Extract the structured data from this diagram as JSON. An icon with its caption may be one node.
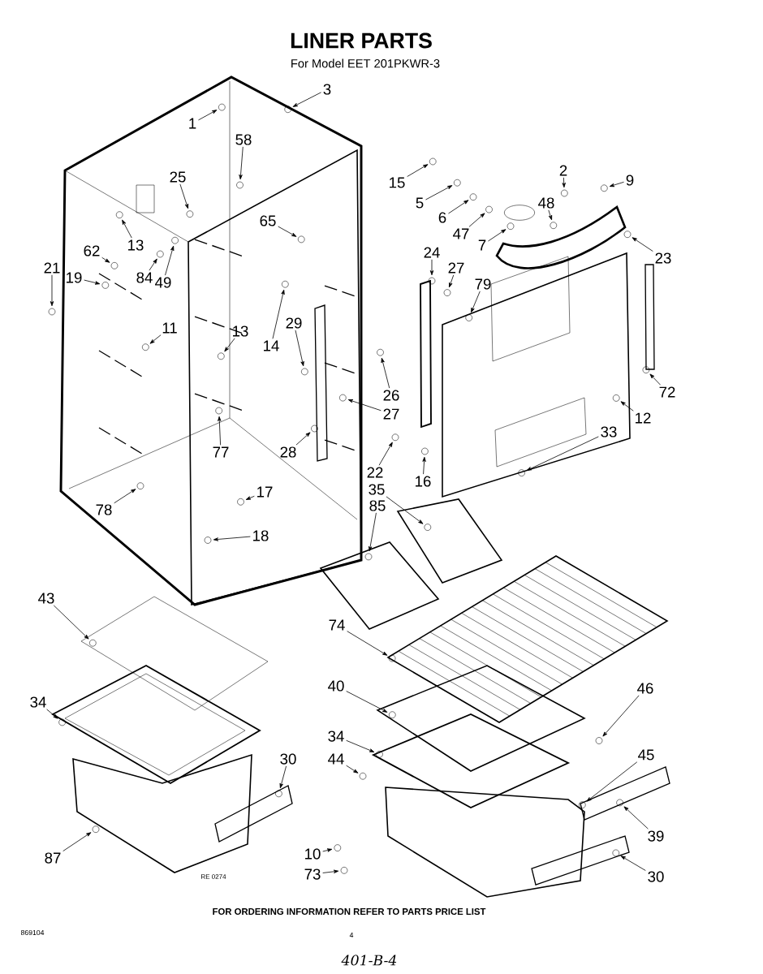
{
  "diagram": {
    "title": "LINER PARTS",
    "nodes": [
      {
        "text": [
          "3"
        ]
      },
      {
        "text": [
          "1"
        ]
      },
      {
        "text": [
          "58"
        ]
      },
      {
        "text": [
          "25"
        ]
      },
      {
        "text": [
          "65"
        ]
      },
      {
        "text": [
          "13"
        ]
      },
      {
        "text": [
          "62"
        ]
      },
      {
        "text": [
          "21"
        ]
      },
      {
        "text": [
          "19"
        ]
      },
      {
        "text": [
          "84"
        ]
      },
      {
        "text": [
          "49"
        ]
      },
      {
        "text": [
          "11"
        ]
      },
      {
        "text": [
          "13"
        ]
      },
      {
        "text": [
          "14"
        ]
      },
      {
        "text": [
          "29"
        ]
      },
      {
        "text": [
          "77"
        ]
      },
      {
        "text": [
          "28"
        ]
      },
      {
        "text": [
          "78"
        ]
      },
      {
        "text": [
          "17"
        ]
      },
      {
        "text": [
          "18"
        ]
      },
      {
        "text": [
          "15"
        ]
      },
      {
        "text": [
          "5"
        ]
      },
      {
        "text": [
          "6"
        ]
      },
      {
        "text": [
          "2"
        ]
      },
      {
        "text": [
          "48"
        ]
      },
      {
        "text": [
          "9"
        ]
      },
      {
        "text": [
          "47"
        ]
      },
      {
        "text": [
          "7"
        ]
      },
      {
        "text": [
          "23"
        ]
      },
      {
        "text": [
          "24"
        ]
      },
      {
        "text": [
          "27"
        ]
      },
      {
        "text": [
          "79"
        ]
      },
      {
        "text": [
          "26"
        ]
      },
      {
        "text": [
          "27"
        ]
      },
      {
        "text": [
          "72"
        ]
      },
      {
        "text": [
          "12"
        ]
      },
      {
        "text": [
          "33"
        ]
      },
      {
        "text": [
          "22"
        ]
      },
      {
        "text": [
          "16"
        ]
      },
      {
        "text": [
          "35"
        ]
      },
      {
        "text": [
          "85"
        ]
      },
      {
        "text": [
          "43"
        ]
      },
      {
        "text": [
          "74"
        ]
      },
      {
        "text": [
          "34"
        ]
      },
      {
        "text": [
          "40"
        ]
      },
      {
        "text": [
          "46"
        ]
      },
      {
        "text": [
          "34"
        ]
      },
      {
        "text": [
          "44"
        ]
      },
      {
        "text": [
          "45"
        ]
      },
      {
        "text": [
          "30"
        ]
      },
      {
        "text": [
          "87"
        ]
      },
      {
        "text": [
          "10"
        ]
      },
      {
        "text": [
          "73"
        ]
      },
      {
        "text": [
          "39"
        ]
      },
      {
        "text": [
          "30"
        ]
      }
    ],
    "edges": [
      {
        "from": 0,
        "to": null,
        "arrow": "to"
      },
      {
        "from": 1,
        "to": null,
        "arrow": "to"
      },
      {
        "from": 2,
        "to": null,
        "arrow": "to"
      },
      {
        "from": 3,
        "to": null,
        "arrow": "to"
      },
      {
        "from": 4,
        "to": null,
        "arrow": "to"
      },
      {
        "from": 5,
        "to": null,
        "arrow": "to"
      },
      {
        "from": 6,
        "to": null,
        "arrow": "to"
      },
      {
        "from": 7,
        "to": null,
        "arrow": "to"
      },
      {
        "from": 8,
        "to": null,
        "arrow": "to"
      },
      {
        "from": 9,
        "to": null,
        "arrow": "to"
      },
      {
        "from": 10,
        "to": null,
        "arrow": "to"
      },
      {
        "from": 11,
        "to": null,
        "arrow": "to"
      },
      {
        "from": 12,
        "to": null,
        "arrow": "to"
      },
      {
        "from": 13,
        "to": null,
        "arrow": "to"
      },
      {
        "from": 14,
        "to": null,
        "arrow": "to"
      },
      {
        "from": 15,
        "to": null,
        "arrow": "to"
      },
      {
        "from": 16,
        "to": null,
        "arrow": "to"
      },
      {
        "from": 17,
        "to": null,
        "arrow": "to"
      },
      {
        "from": 18,
        "to": null,
        "arrow": "to"
      },
      {
        "from": 19,
        "to": null,
        "arrow": "to"
      },
      {
        "from": 20,
        "to": null,
        "arrow": "to"
      },
      {
        "from": 21,
        "to": null,
        "arrow": "to"
      },
      {
        "from": 22,
        "to": null,
        "arrow": "to"
      },
      {
        "from": 23,
        "to": null,
        "arrow": "to"
      },
      {
        "from": 24,
        "to": null,
        "arrow": "to"
      },
      {
        "from": 25,
        "to": null,
        "arrow": "to"
      },
      {
        "from": 26,
        "to": null,
        "arrow": "to"
      },
      {
        "from": 27,
        "to": null,
        "arrow": "to"
      },
      {
        "from": 28,
        "to": null,
        "arrow": "to"
      },
      {
        "from": 29,
        "to": null,
        "arrow": "to"
      },
      {
        "from": 30,
        "to": null,
        "arrow": "to"
      },
      {
        "from": 31,
        "to": null,
        "arrow": "to"
      },
      {
        "from": 32,
        "to": null,
        "arrow": "to"
      },
      {
        "from": 33,
        "to": null,
        "arrow": "to"
      },
      {
        "from": 34,
        "to": null,
        "arrow": "to"
      },
      {
        "from": 35,
        "to": null,
        "arrow": "to"
      },
      {
        "from": 36,
        "to": null,
        "arrow": "to"
      },
      {
        "from": 37,
        "to": null,
        "arrow": "to"
      },
      {
        "from": 38,
        "to": null,
        "arrow": "to"
      },
      {
        "from": 39,
        "to": null,
        "arrow": "to"
      },
      {
        "from": 40,
        "to": null,
        "arrow": "to"
      },
      {
        "from": 41,
        "to": null,
        "arrow": "to"
      },
      {
        "from": 42,
        "to": null,
        "arrow": "to"
      },
      {
        "from": 43,
        "to": null,
        "arrow": "to"
      },
      {
        "from": 44,
        "to": null,
        "arrow": "to"
      },
      {
        "from": 45,
        "to": null,
        "arrow": "to"
      },
      {
        "from": 46,
        "to": null,
        "arrow": "to"
      },
      {
        "from": 47,
        "to": null,
        "arrow": "to"
      },
      {
        "from": 48,
        "to": null,
        "arrow": "to"
      },
      {
        "from": 49,
        "to": null,
        "arrow": "to"
      },
      {
        "from": 50,
        "to": null,
        "arrow": "to"
      },
      {
        "from": 51,
        "to": null,
        "arrow": "to"
      },
      {
        "from": 52,
        "to": null,
        "arrow": "to"
      },
      {
        "from": 53,
        "to": null,
        "arrow": "to"
      },
      {
        "from": 54,
        "to": null,
        "arrow": "to"
      }
    ],
    "labels": [
      "For Model EET 201PKWR-3",
      "RE 0274",
      "FOR ORDERING INFORMATION REFER TO PARTS PRICE LIST",
      "869104",
      "4",
      "401-B-4"
    ]
  }
}
